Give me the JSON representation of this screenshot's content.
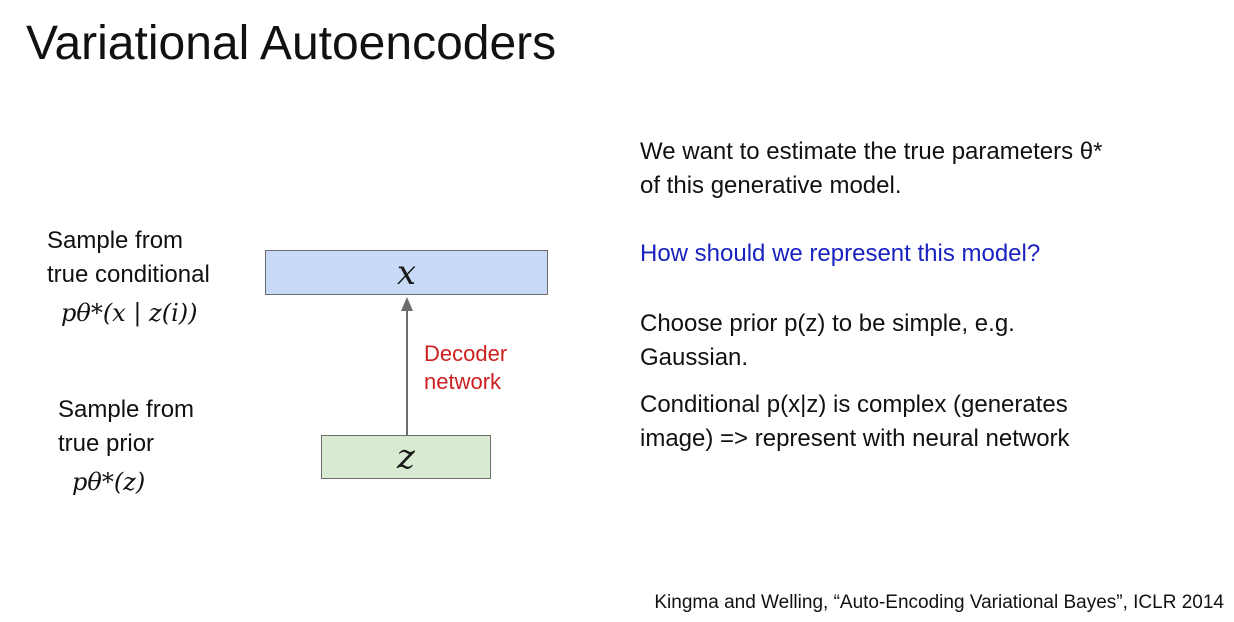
{
  "title": "Variational Autoencoders",
  "left": {
    "cond_line1": "Sample from",
    "cond_line2": "true conditional",
    "cond_formula": "pθ*(x | z(i))",
    "prior_line1": "Sample from",
    "prior_line2": "true prior",
    "prior_formula": "pθ*(z)"
  },
  "diagram": {
    "x_box_label": "x",
    "z_box_label": "z",
    "decoder_line1": "Decoder",
    "decoder_line2": "network",
    "x_box_color": "#c9daf8",
    "z_box_color": "#d9ead3",
    "decoder_color": "#cc1f1f"
  },
  "right": {
    "p1_text": "We want to estimate the true parameters θ*",
    "p1_line2": "of this generative model.",
    "question": "How should we represent this model?",
    "p3_line1": "Choose prior p(z) to be simple, e.g.",
    "p3_line2": "Gaussian.",
    "p4_line1": "Conditional p(x|z) is complex (generates",
    "p4_line2": "image) => represent with neural network"
  },
  "citation": "Kingma and Welling, “Auto-Encoding Variational Bayes”, ICLR 2014"
}
